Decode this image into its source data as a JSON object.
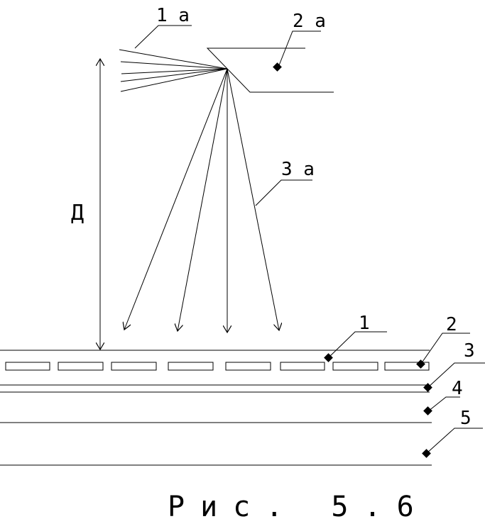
{
  "labels": {
    "source_1a": "1 а",
    "reflector_2a": "2 а",
    "beams_3a": "3 а",
    "distance": "Д",
    "layer_1": "1",
    "layer_2": "2",
    "layer_3": "3",
    "layer_4": "4",
    "layer_5": "5"
  },
  "caption": "Рис. 5.6",
  "segment_count": 8,
  "beam_count": 4,
  "source_ray_count": 5
}
